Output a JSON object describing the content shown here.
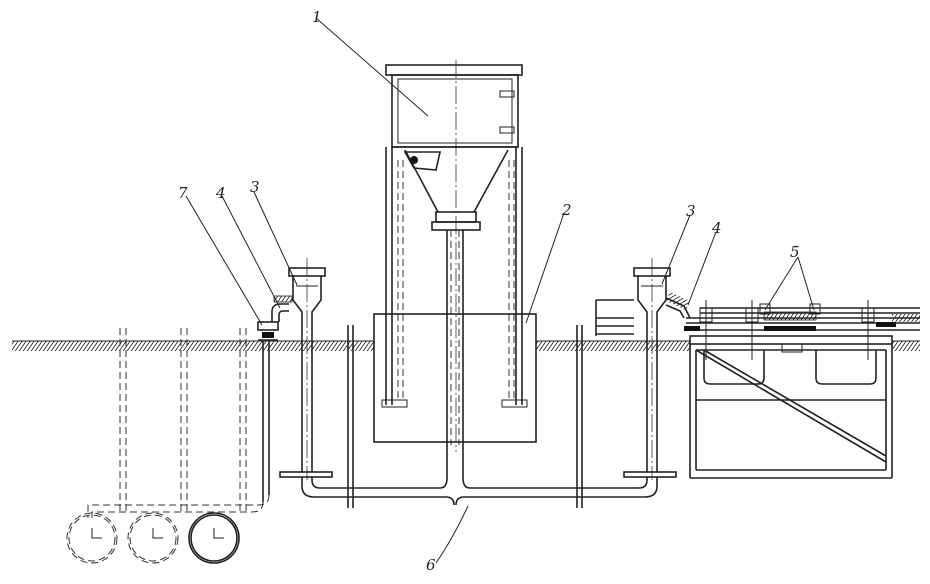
{
  "labels": {
    "l1": "1",
    "l2": "2",
    "l3a": "3",
    "l3b": "3",
    "l4a": "4",
    "l4b": "4",
    "l5": "5",
    "l6": "6",
    "l7": "7"
  }
}
